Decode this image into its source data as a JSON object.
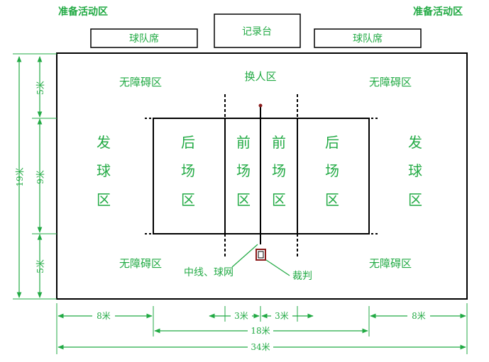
{
  "title": "",
  "warmup_area_left": "准备活动区",
  "warmup_area_right": "准备活动区",
  "team_bench_left": "球队席",
  "team_bench_right": "球队席",
  "scorer_table": "记录台",
  "substitution_zone": "换人区",
  "free_zone_top_left": "无障碍区",
  "free_zone_top_right": "无障碍区",
  "free_zone_bottom_left": "无障碍区",
  "free_zone_bottom_right": "无障碍区",
  "serve_zone_left": [
    "发",
    "球",
    "区"
  ],
  "serve_zone_right": [
    "发",
    "球",
    "区"
  ],
  "back_court_left": [
    "后",
    "场",
    "区"
  ],
  "back_court_right": [
    "后",
    "场",
    "区"
  ],
  "front_court_left": [
    "前",
    "场",
    "区"
  ],
  "front_court_right": [
    "前",
    "场",
    "区"
  ],
  "center_line_net_label": "中线、球网",
  "referee_label": "裁判",
  "dimensions": {
    "height_total": "19米",
    "height_top": "5米",
    "height_middle": "9米",
    "height_bottom": "5米",
    "width_left_margin": "8米",
    "width_right_margin": "8米",
    "width_attack_left": "3米",
    "width_attack_right": "3米",
    "width_court": "18米",
    "width_total": "34米"
  },
  "colors": {
    "label_green": "#22aa44",
    "line_black": "#000000",
    "net_maroon": "#8b1a1a"
  }
}
